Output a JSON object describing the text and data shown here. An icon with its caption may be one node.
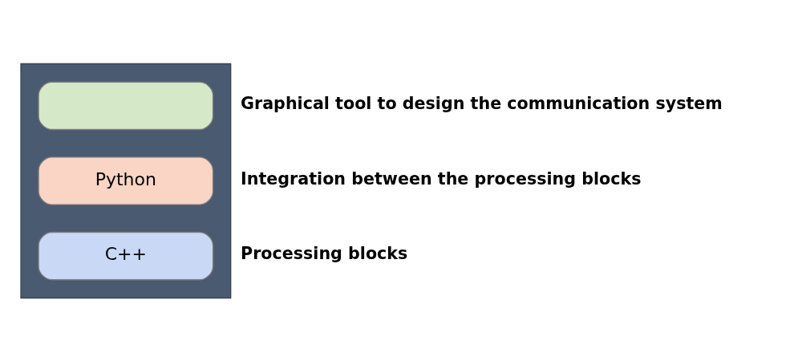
{
  "diagram": {
    "nodes": [
      {
        "text": [],
        "shape": "box"
      },
      {
        "text": [],
        "shape": "box",
        "in": 0,
        "beside": [
          "Graphical tool to design the communication system"
        ]
      },
      {
        "text": [
          "Python"
        ],
        "in": 0,
        "beside": [
          "Integration between the processing blocks"
        ]
      },
      {
        "text": [
          "C++"
        ],
        "in": 0,
        "beside": [
          "Processing blocks"
        ]
      }
    ],
    "edges": []
  }
}
